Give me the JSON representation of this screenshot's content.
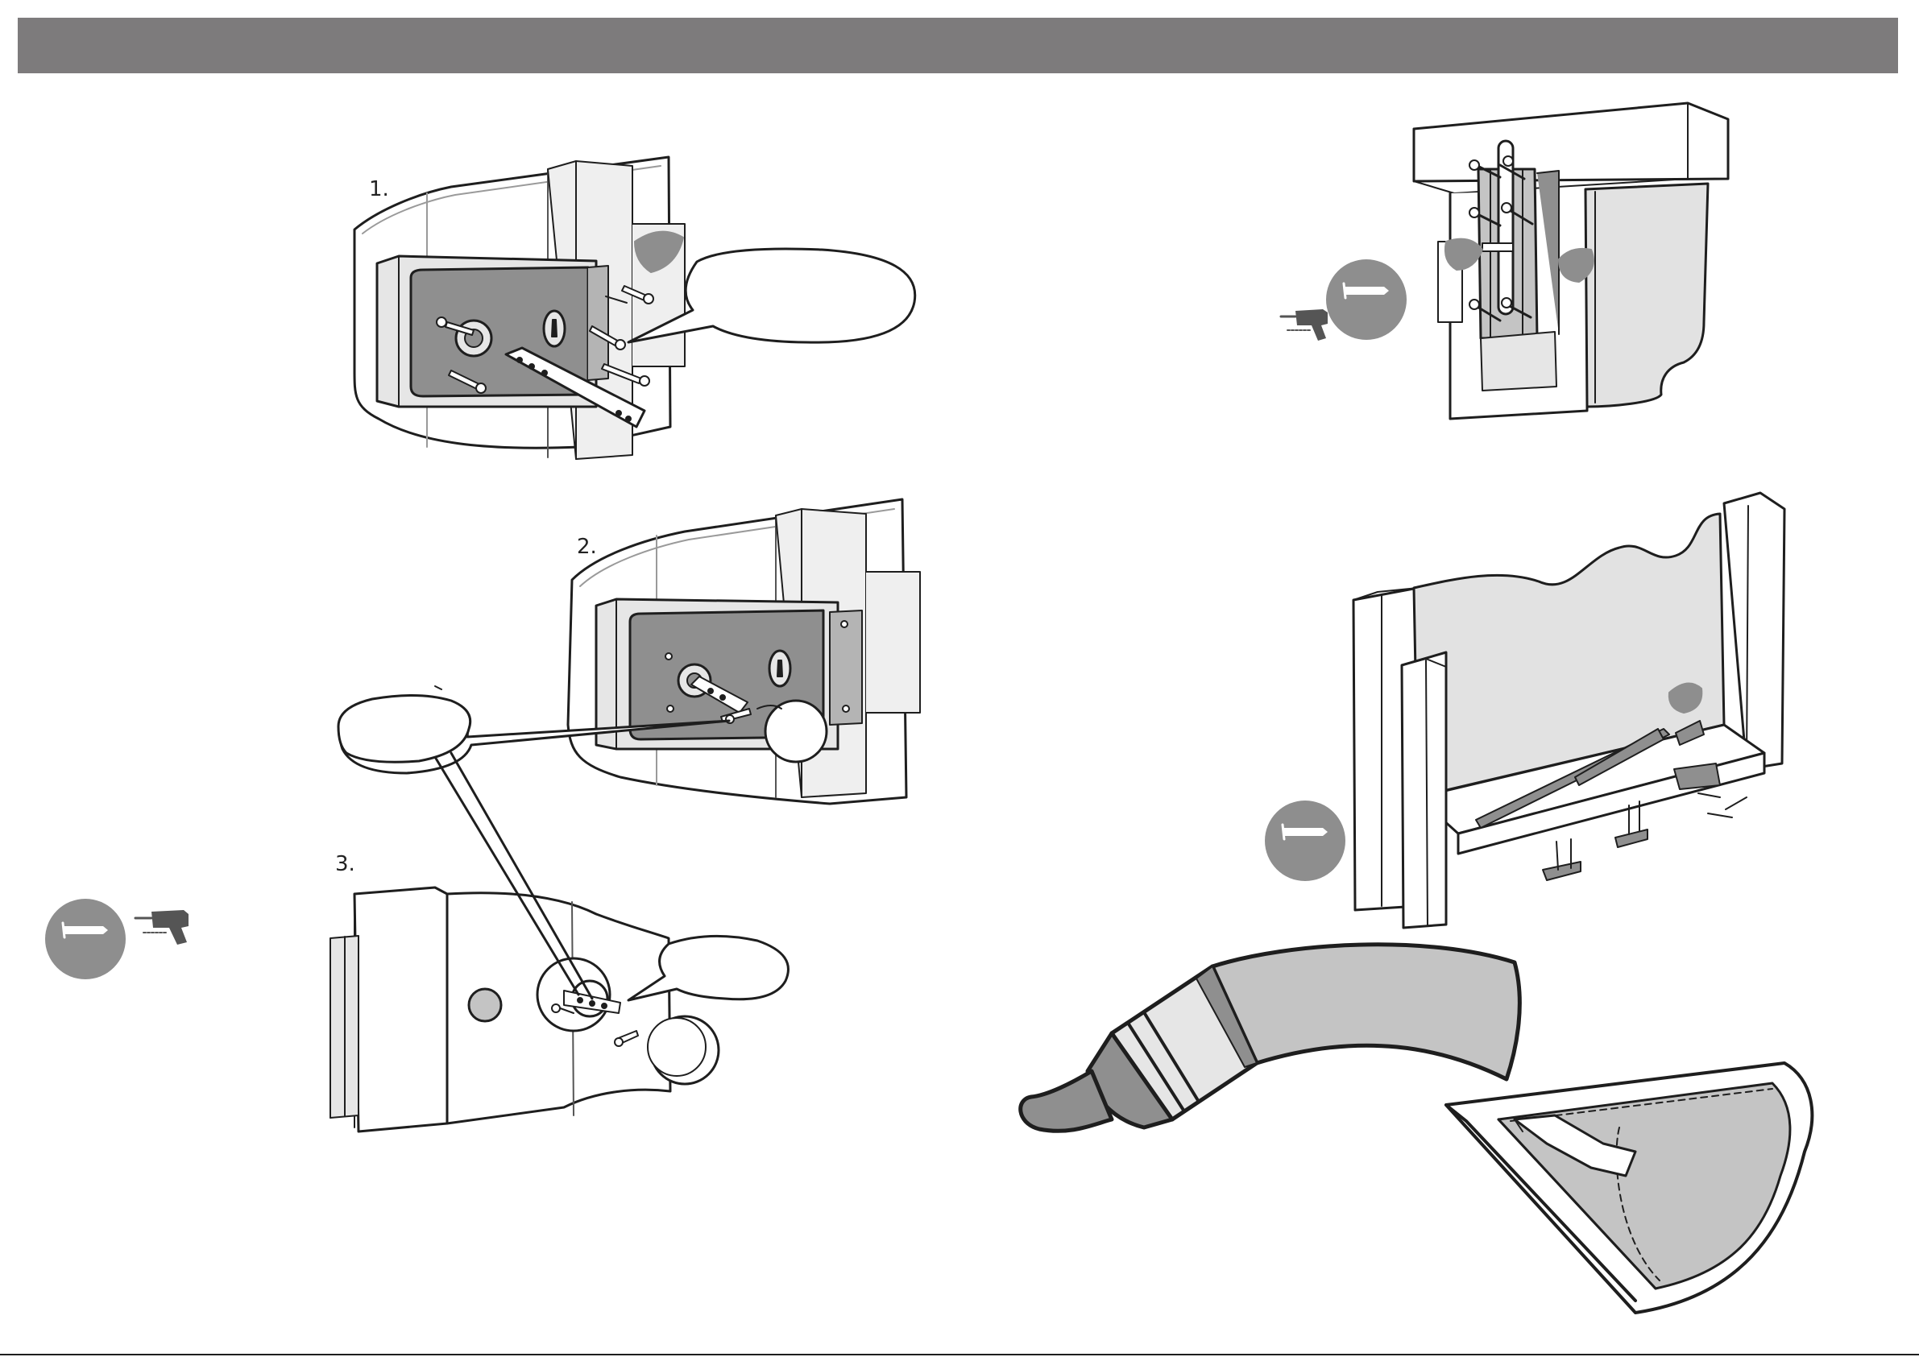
{
  "colors": {
    "header_bar": "#7d7b7c",
    "line": "#1e1e1e",
    "light_fill": "#ededed",
    "mid_fill": "#c4c4c4",
    "dark_fill": "#8f8f8f",
    "icon_circle": "#8e8e8e",
    "window_glass": "#e2e2e2"
  },
  "steps": {
    "step1": "1.",
    "step2": "2.",
    "step3": "3."
  },
  "icons": {
    "screw_badge": "screw-icon",
    "drill": "drill-icon",
    "paint_brush": "paint-brush-icon",
    "sanding_block": "sanding-block-icon"
  }
}
